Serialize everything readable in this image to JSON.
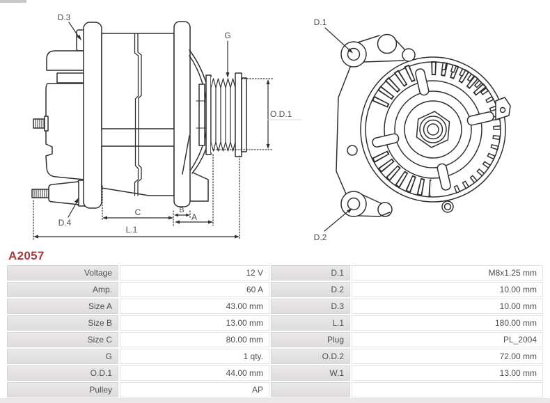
{
  "header": {
    "part_number": "A2057"
  },
  "diagram": {
    "labels": {
      "d1": "D.1",
      "d2": "D.2",
      "d3": "D.3",
      "d4": "D.4",
      "g": "G",
      "od1": "O.D.1",
      "a": "A",
      "b": "B",
      "c": "C",
      "l1": "L.1"
    }
  },
  "table": {
    "rows": [
      {
        "ll": "Voltage",
        "vl": "12 V",
        "lr": "D.1",
        "vr": "M8x1.25 mm"
      },
      {
        "ll": "Amp.",
        "vl": "60 A",
        "lr": "D.2",
        "vr": "10.00 mm"
      },
      {
        "ll": "Size A",
        "vl": "43.00 mm",
        "lr": "D.3",
        "vr": "10.00 mm"
      },
      {
        "ll": "Size B",
        "vl": "13.00 mm",
        "lr": "L.1",
        "vr": "180.00 mm"
      },
      {
        "ll": "Size C",
        "vl": "80.00 mm",
        "lr": "Plug",
        "vr": "PL_2004"
      },
      {
        "ll": "G",
        "vl": "1 qty.",
        "lr": "O.D.2",
        "vr": "72.00 mm"
      },
      {
        "ll": "O.D.1",
        "vl": "44.00 mm",
        "lr": "W.1",
        "vr": "13.00 mm"
      },
      {
        "ll": "Pulley",
        "vl": "AP",
        "lr": "",
        "vr": ""
      }
    ]
  },
  "colors": {
    "part_number": "#A8393E",
    "drawing_line": "#2f2f2f",
    "label_cell_bg": "#e2e0e0",
    "value_cell_bg": "#ffffff",
    "text": "#4e4e4e"
  }
}
